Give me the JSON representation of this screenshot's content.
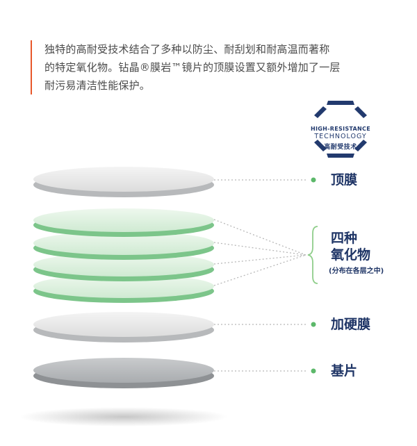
{
  "intro": {
    "line1": "独特的高耐受技术结合了多种以防尘、耐刮划和耐高温而著称",
    "line2": "的特定氧化物。钻晶®膜岩™镜片的顶膜设置又额外增加了一层",
    "line3": "耐污易清洁性能保护。"
  },
  "badge": {
    "line1": "HIGH-RESISTANCE",
    "line2": "TECHNOLOGY",
    "line3": "高耐受技术",
    "color": "#223a6e"
  },
  "layers": {
    "top": "顶膜",
    "oxides_line1": "四种",
    "oxides_line2": "氧化物",
    "oxides_note": "(分布在各层之中)",
    "hard": "加硬膜",
    "base": "基片"
  },
  "colors": {
    "accent": "#e8572a",
    "label": "#1f3566",
    "green_rim": "#6cc07a",
    "bracket": "#8fce8a"
  }
}
